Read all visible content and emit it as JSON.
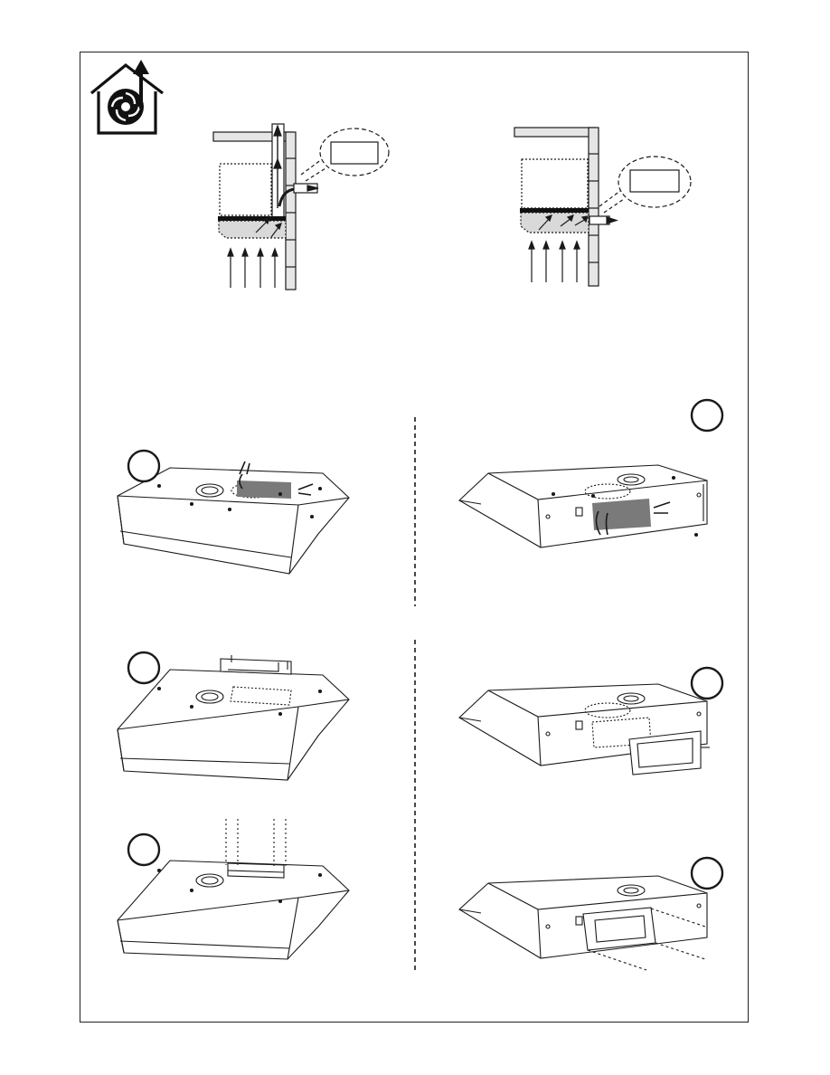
{
  "page": {
    "logo": "ducted-exhaust-house-logo",
    "diagrams": [
      {
        "id": "vertical-exhaust",
        "callout_text": ""
      },
      {
        "id": "horizontal-exhaust",
        "callout_text": ""
      }
    ],
    "steps": [
      {
        "id": "step-1",
        "number": "",
        "action": "remove-top-knockout"
      },
      {
        "id": "step-2",
        "number": "",
        "action": "remove-rear-knockout"
      },
      {
        "id": "step-3",
        "number": "",
        "action": "attach-top-duct-connector"
      },
      {
        "id": "step-4",
        "number": "",
        "action": "attach-rear-duct-connector"
      },
      {
        "id": "step-5",
        "number": "",
        "action": "connect-vertical-duct"
      },
      {
        "id": "step-6",
        "number": "",
        "action": "connect-horizontal-duct"
      }
    ],
    "colors": {
      "line": "#1a1a1a",
      "shade": "#d9d9d9",
      "knockout": "#7a7a7a",
      "background": "#ffffff"
    }
  }
}
